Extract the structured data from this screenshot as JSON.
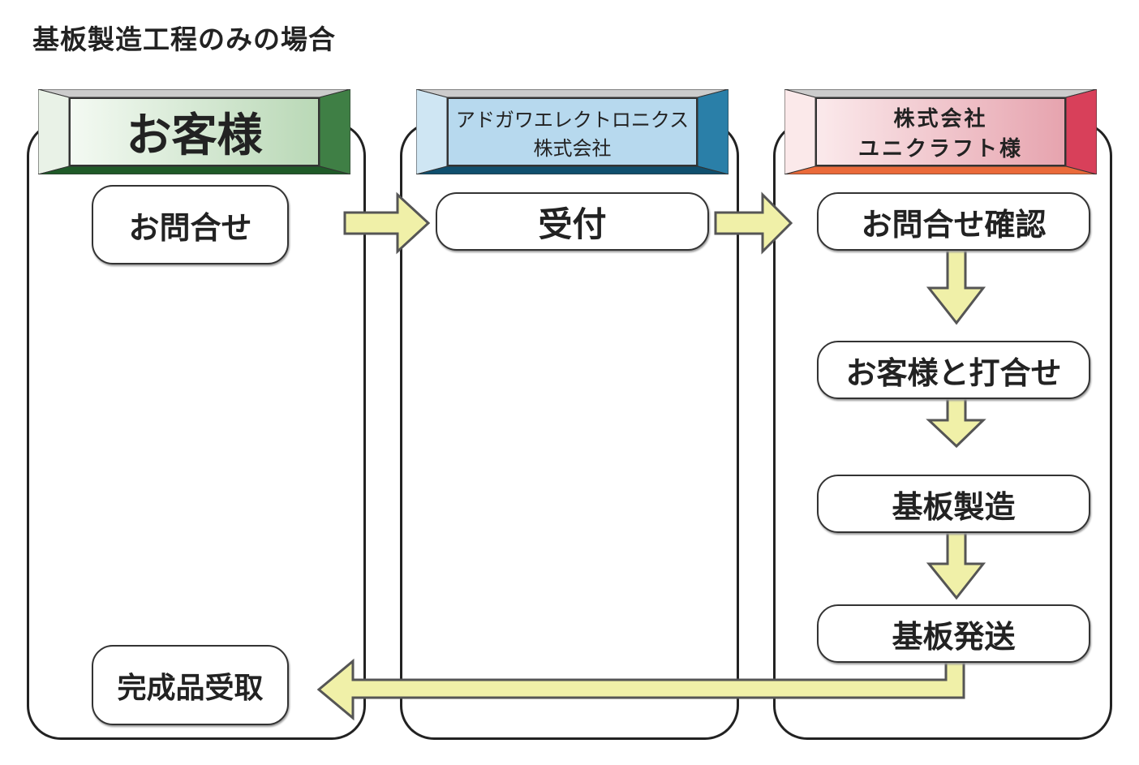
{
  "title": "基板製造工程のみの場合",
  "lanes": [
    {
      "header": "お客様",
      "color": "#3f7f45"
    },
    {
      "header_line1": "アドガワエレクトロニクス",
      "header_line2": "株式会社",
      "color": "#2a7fa8"
    },
    {
      "header_line1": "株式会社",
      "header_line2": "ユニクラフト様",
      "color": "#d8405a"
    }
  ],
  "steps": {
    "inquiry": "お問合せ",
    "reception": "受付",
    "inquiry_check": "お問合せ確認",
    "meeting": "お客様と打合せ",
    "manufacturing": "基板製造",
    "shipping": "基板発送",
    "receipt": "完成品受取"
  },
  "colors": {
    "arrow_fill": "#f0f0a8",
    "arrow_stroke": "#555555"
  }
}
